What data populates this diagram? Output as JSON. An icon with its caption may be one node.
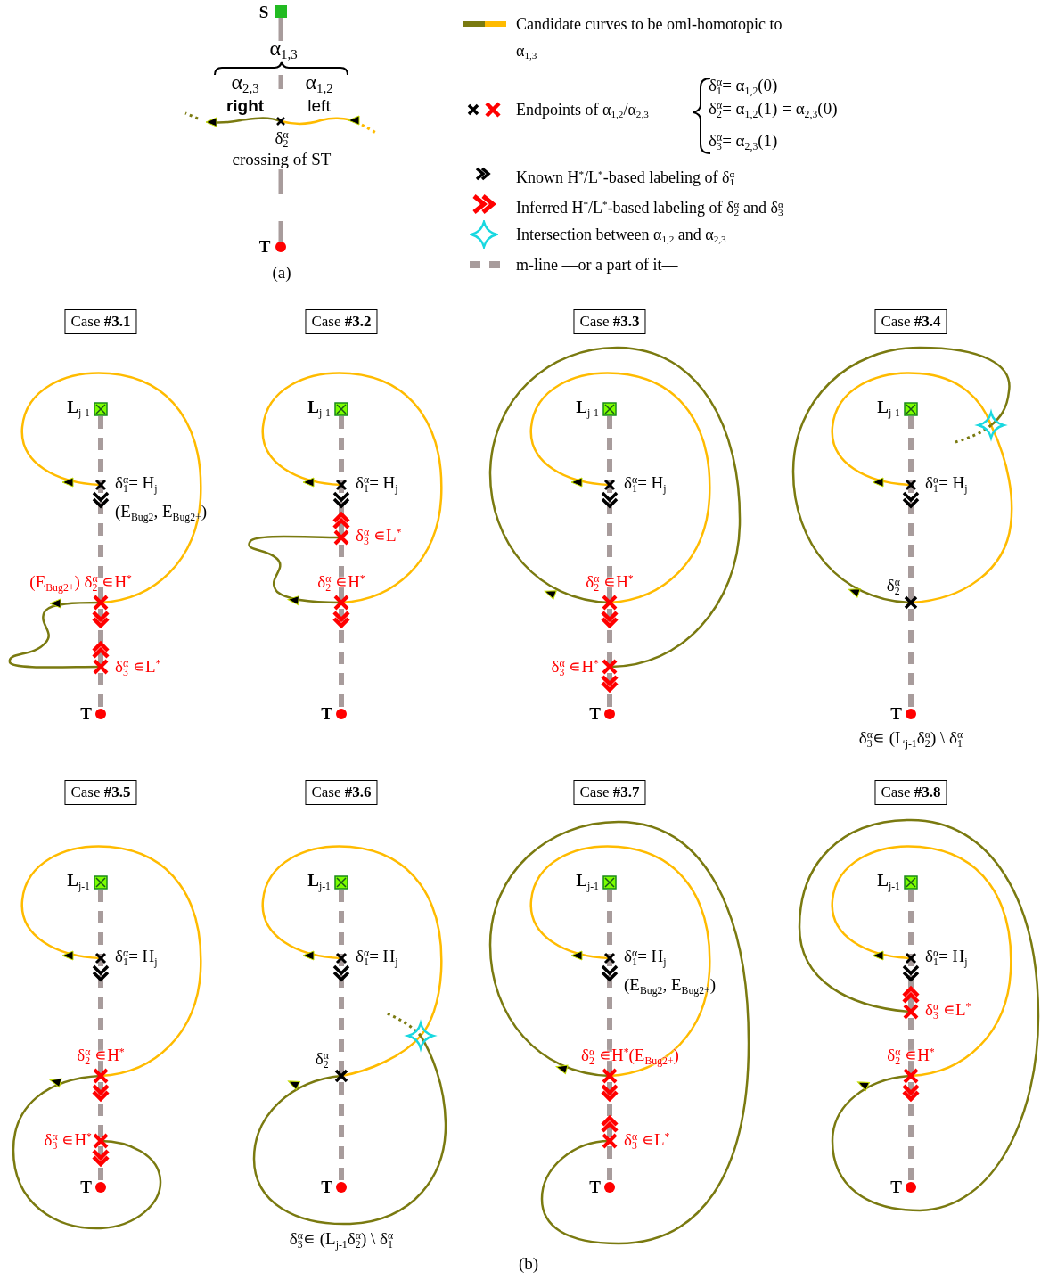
{
  "diagram": {
    "nodes": [
      {
        "text": [
          "Case **#3.1**"
        ]
      },
      {
        "text": [
          "Case **#3.2**"
        ]
      },
      {
        "text": [
          "Case **#3.3**"
        ]
      },
      {
        "text": [
          "Case **#3.4**"
        ]
      },
      {
        "text": [
          "Case **#3.5**"
        ]
      },
      {
        "text": [
          "Case **#3.6**"
        ]
      },
      {
        "text": [
          "Case **#3.7**"
        ]
      },
      {
        "text": [
          "Case **#3.8**"
        ]
      }
    ],
    "labels": [
      "S",
      "α$_{1,3}$",
      "α$_{2,3}$",
      "right",
      "α$_{1,2}$",
      "left",
      "δ$_{2}$$^{α}$",
      "crossing of ST",
      "T",
      "(a)",
      "δ$_{1}$$^{α}$= α$_{1,2}$(0)",
      "δ$_{2}$$^{α}$= α$_{1,2}$(1) = α$_{2,3}$(0)",
      "δ$_{3}$$^{α}$= α$_{2,3}$(1)",
      "L$_{j-1}$",
      "δ$_{1}$$^{α}$= H$_{j}$",
      "(E$_{Bug2}$, E$_{Bug2+}$)",
      "(E$_{Bug2+}$) δ$_{2}$$^{α}$ ∊H$^{*}$",
      "δ$_{3}$$^{α}$ ∊L$^{*}$",
      "T",
      "L$_{j-1}$",
      "δ$_{1}$$^{α}$= H$_{j}$",
      "δ$_{3}$$^{α}$ ∊L$^{*}$",
      "δ$_{2}$$^{α}$ ∊H$^{*}$",
      "T",
      "L$_{j-1}$",
      "δ$_{1}$$^{α}$= H$_{j}$",
      "δ$_{2}$$^{α}$ ∊H$^{*}$",
      "δ$_{3}$$^{α}$ ∊H$^{*}$",
      "T",
      "L$_{j-1}$",
      "δ$_{1}$$^{α}$= H$_{j}$",
      "δ$_{2}$$^{α}$",
      "T",
      "δ$_{3}$$^{α}$∊ (L$_{j-1}$δ$_{2}$$^{α}$) \\ δ$_{1}$$^{α}$",
      "L$_{j-1}$",
      "δ$_{1}$$^{α}$= H$_{j}$",
      "δ$_{2}$$^{α}$ ∊H$^{*}$",
      "δ$_{3}$$^{α}$ ∊H$^{*}$",
      "T",
      "L$_{j-1}$",
      "δ$_{1}$$^{α}$= H$_{j}$",
      "δ$_{2}$$^{α}$",
      "T",
      "δ$_{3}$$^{α}$∊ (L$_{j-1}$δ$_{2}$$^{α}$) \\ δ$_{1}$$^{α}$",
      "L$_{j-1}$",
      "δ$_{1}$$^{α}$= H$_{j}$",
      "(E$_{Bug2}$, E$_{Bug2+}$)",
      "δ$_{2}$$^{α}$ ∊H$^{*}$(E$_{Bug2+}$)",
      "δ$_{3}$$^{α}$ ∊L$^{*}$",
      "T",
      "L$_{j-1}$",
      "δ$_{1}$$^{α}$= H$_{j}$",
      "δ$_{3}$$^{α}$ ∊L$^{*}$",
      "δ$_{2}$$^{α}$ ∊H$^{*}$",
      "T",
      "(b)"
    ],
    "legend": [
      {
        "text": "Candidate curves to be oml-homotopic to α$_{1,3}$"
      },
      {
        "text": "Endpoints of α$_{1,2}$/α$_{2,3}$"
      },
      {
        "text": "Known H$^{*}$/L$^{*}$-based labeling of δ$_{1}$$^{α}$"
      },
      {
        "text": "Inferred H$^{*}$/L$^{*}$-based labeling of δ$_{2}$$^{α}$ and δ$_{3}$$^{α}$"
      },
      {
        "text": "Intersection between α$_{1,2}$ and α$_{2,3}$"
      },
      {
        "text": "m-line —or a part of it—"
      }
    ]
  }
}
